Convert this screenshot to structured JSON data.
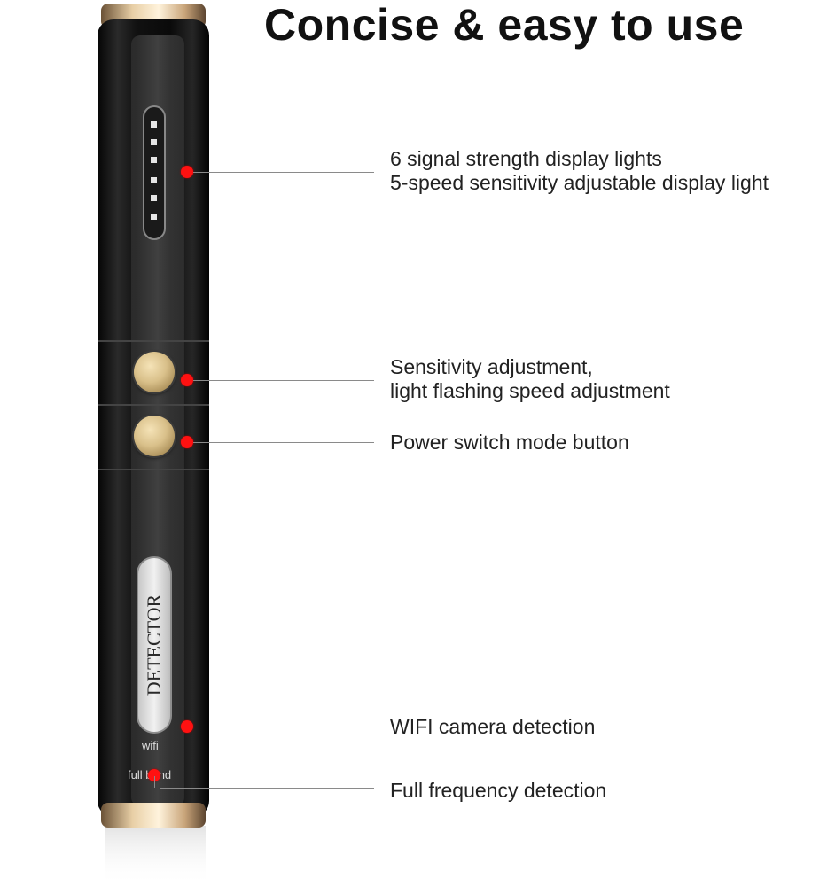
{
  "title": "Concise & easy to use",
  "device": {
    "brand_label": "DETECTOR",
    "wifi_label": "wifi",
    "full_band_label": "full band",
    "icons": [
      "signal-lights-icon",
      "sensitivity-button-icon",
      "power-button-icon"
    ]
  },
  "callouts": [
    {
      "line1": "6 signal strength display lights",
      "line2": "5-speed sensitivity adjustable display light"
    },
    {
      "line1": "Sensitivity adjustment,",
      "line2": "light flashing speed adjustment"
    },
    {
      "line1": "Power switch mode button",
      "line2": ""
    },
    {
      "line1": "WIFI camera detection",
      "line2": ""
    },
    {
      "line1": "Full frequency detection",
      "line2": ""
    }
  ],
  "colors": {
    "callout_dot": "#ff1111",
    "body": "#111111",
    "trim": "#c9a57a"
  }
}
